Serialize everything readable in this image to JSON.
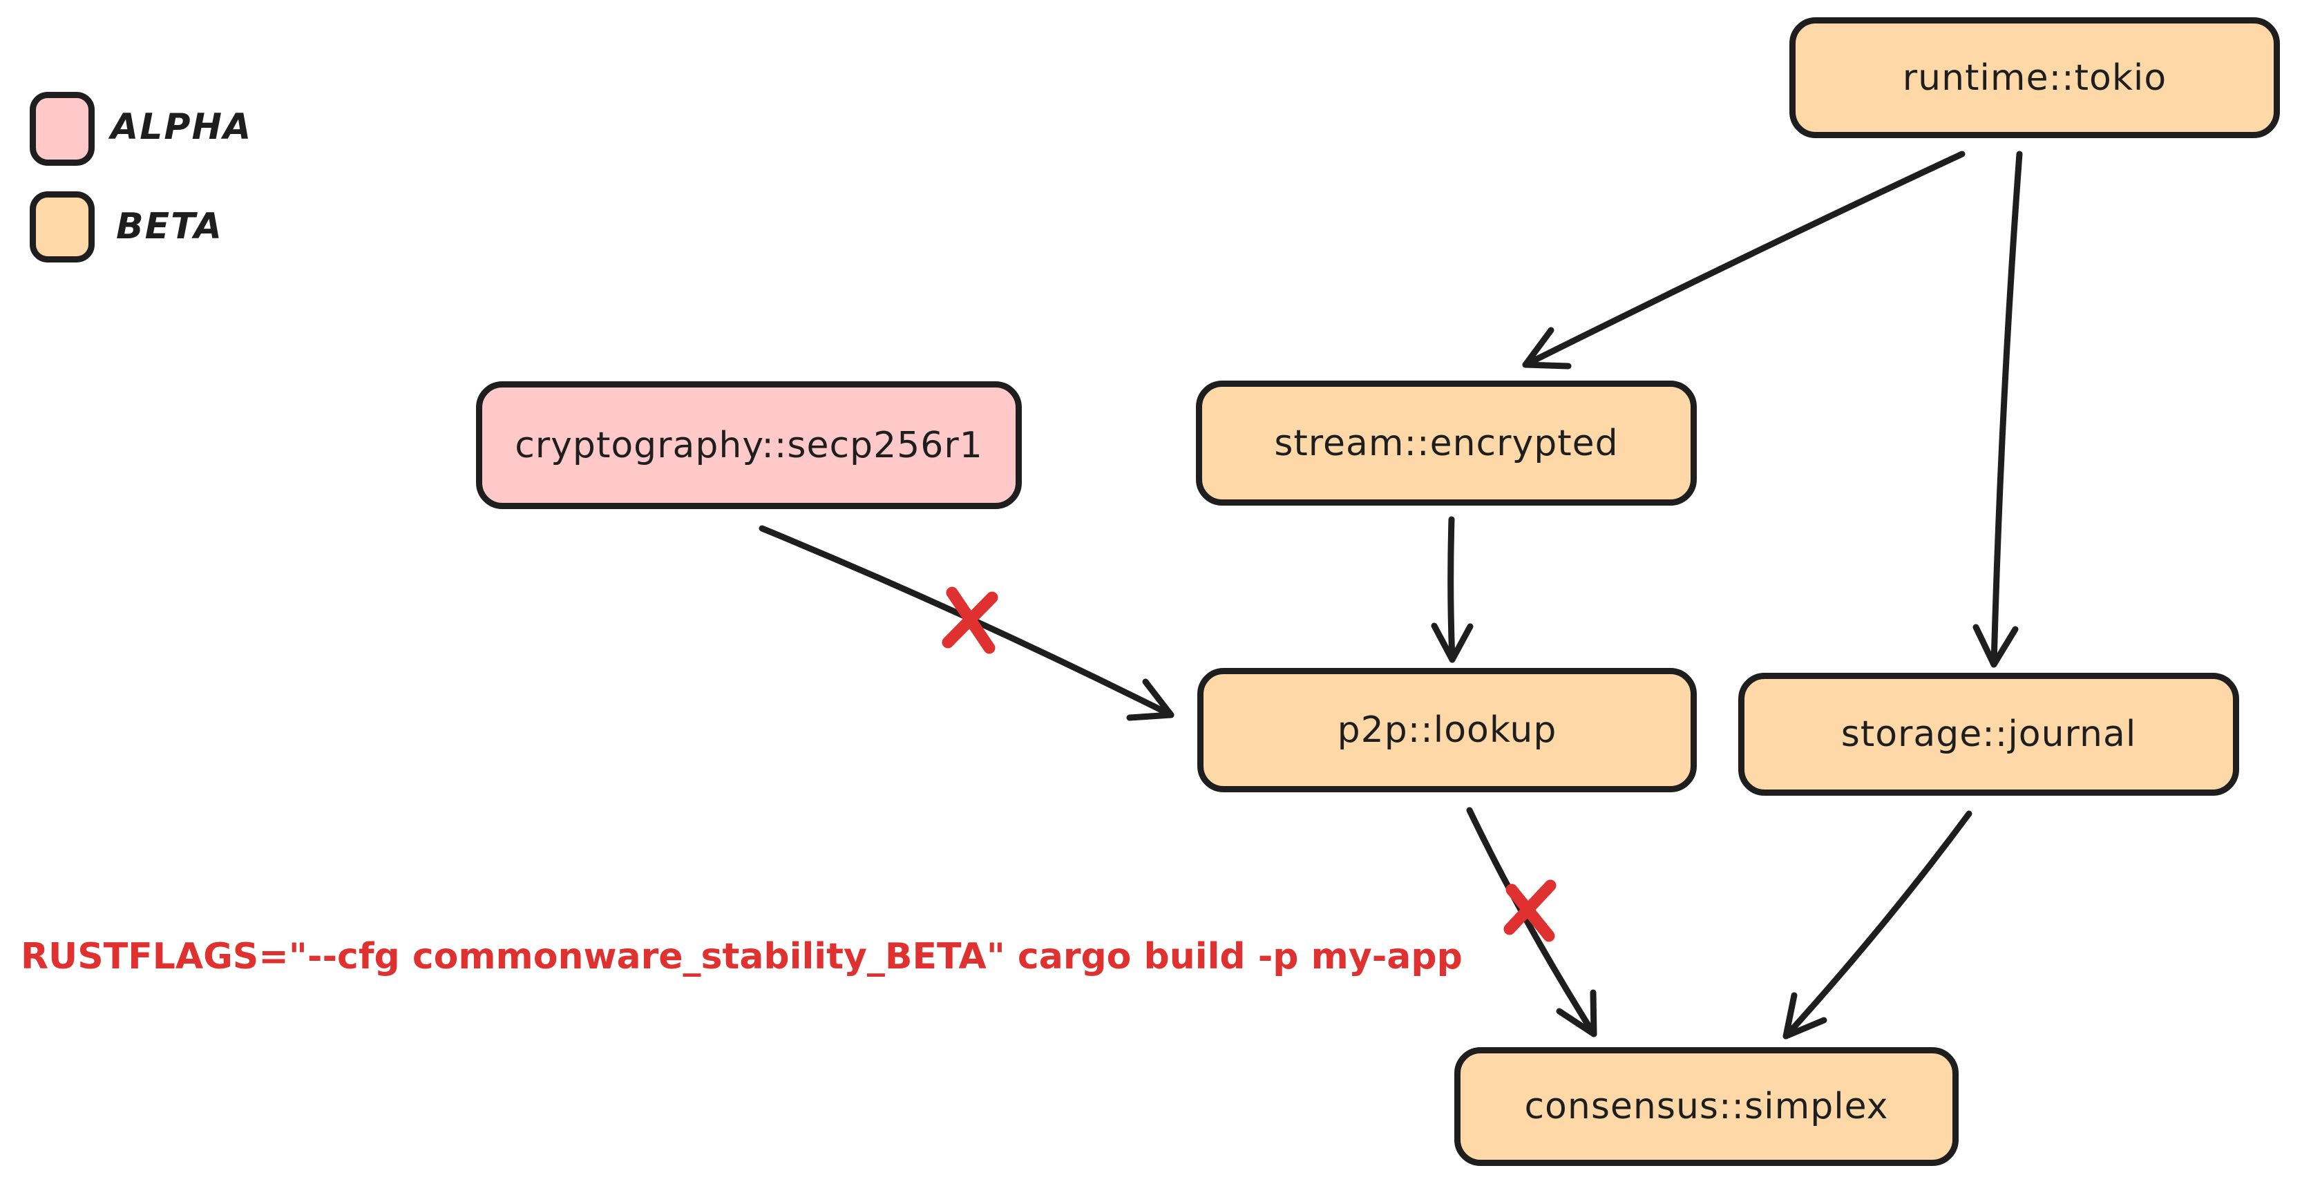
{
  "legend": {
    "items": [
      {
        "label": "ALPHA",
        "color": "#ffc9c9"
      },
      {
        "label": "BETA",
        "color": "#ffd8a8"
      }
    ]
  },
  "nodes": [
    {
      "id": "runtime-tokio",
      "label": "runtime::tokio",
      "stability": "BETA"
    },
    {
      "id": "cryptography-secp256r1",
      "label": "cryptography::secp256r1",
      "stability": "ALPHA"
    },
    {
      "id": "stream-encrypted",
      "label": "stream::encrypted",
      "stability": "BETA"
    },
    {
      "id": "p2p-lookup",
      "label": "p2p::lookup",
      "stability": "BETA"
    },
    {
      "id": "storage-journal",
      "label": "storage::journal",
      "stability": "BETA"
    },
    {
      "id": "consensus-simplex",
      "label": "consensus::simplex",
      "stability": "BETA"
    }
  ],
  "edges": [
    {
      "from": "runtime::tokio",
      "to": "stream::encrypted",
      "blocked": false
    },
    {
      "from": "runtime::tokio",
      "to": "storage::journal",
      "blocked": false
    },
    {
      "from": "stream::encrypted",
      "to": "p2p::lookup",
      "blocked": false
    },
    {
      "from": "cryptography::secp256r1",
      "to": "p2p::lookup",
      "blocked": true
    },
    {
      "from": "p2p::lookup",
      "to": "consensus::simplex",
      "blocked": true
    },
    {
      "from": "storage::journal",
      "to": "consensus::simplex",
      "blocked": false
    }
  ],
  "annotation": {
    "command": "RUSTFLAGS=\"--cfg commonware_stability_BETA\" cargo build -p my-app"
  },
  "colors": {
    "alpha_fill": "#ffc9c9",
    "beta_fill": "#ffd8a8",
    "stroke": "#1e1e1e",
    "blocked_red": "#e03131",
    "background": "#ffffff"
  }
}
